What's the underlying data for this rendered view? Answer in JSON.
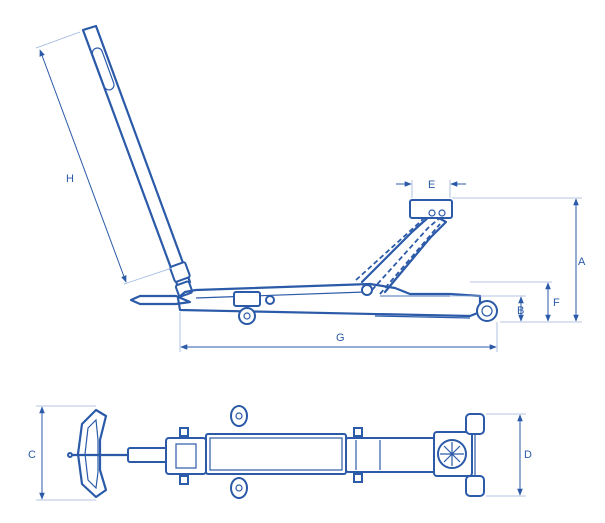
{
  "labels": {
    "a": "A",
    "b": "B",
    "c": "C",
    "d": "D",
    "e": "E",
    "f": "F",
    "g": "G",
    "h": "H"
  },
  "colors": {
    "line": "#2b5aa8",
    "extension": "#9bb3dc",
    "background": "#ffffff"
  }
}
